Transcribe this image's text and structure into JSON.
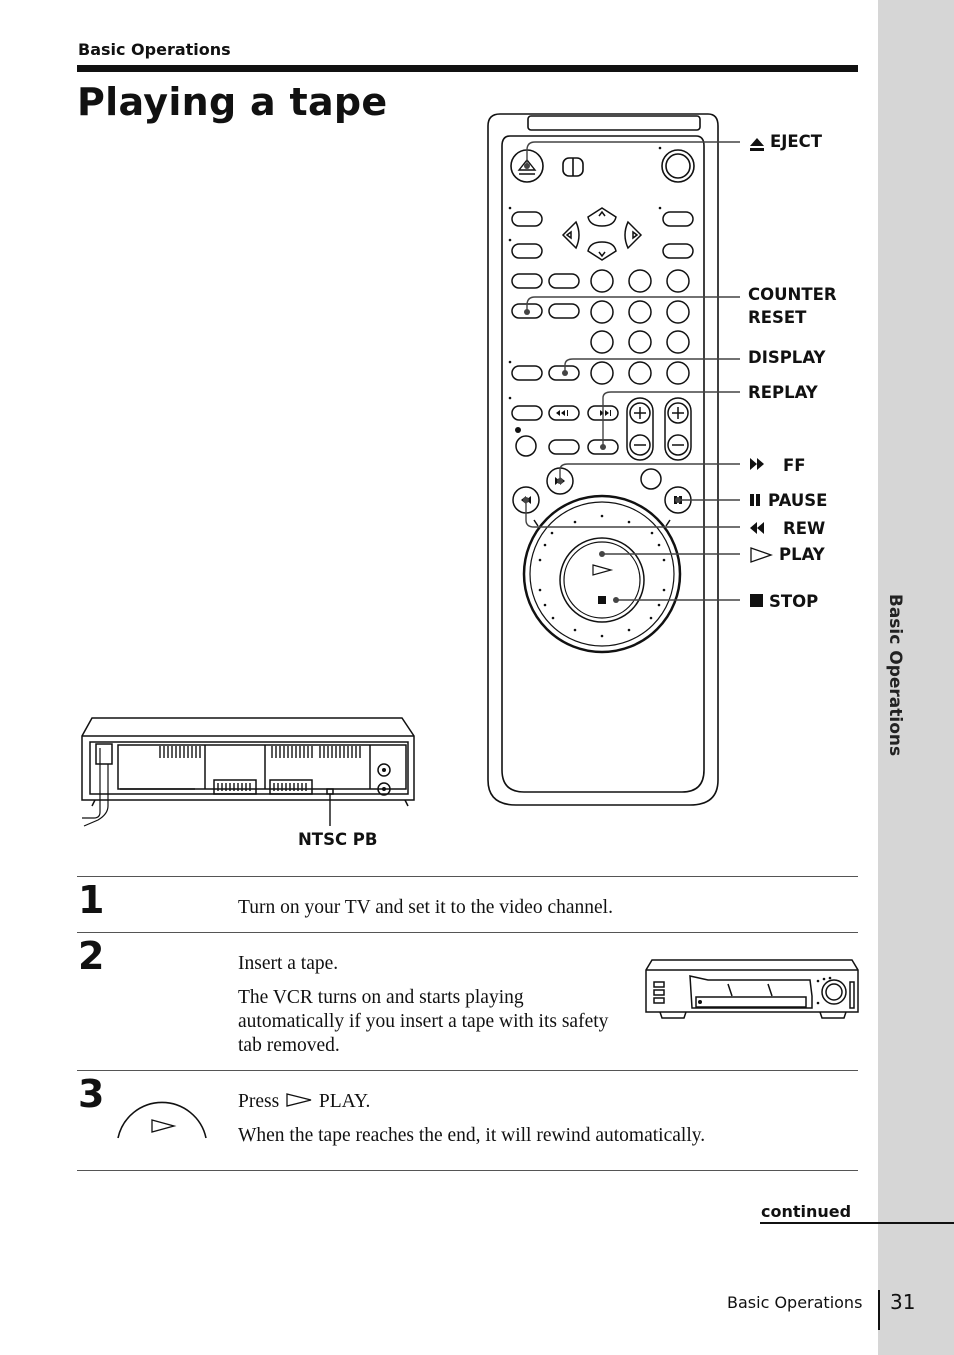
{
  "header": {
    "section": "Basic Operations"
  },
  "page_title": "Playing a tape",
  "side_tab": "Basic Operations",
  "remote_labels": {
    "eject": "EJECT",
    "counter_reset_1": "COUNTER",
    "counter_reset_2": "RESET",
    "display": "DISPLAY",
    "replay": "REPLAY",
    "ff": "FF",
    "pause": "PAUSE",
    "rew": "REW",
    "play": "PLAY",
    "stop": "STOP"
  },
  "vcr_label": "NTSC PB",
  "steps": [
    {
      "num": "1",
      "text": "Turn on your TV and set it to the video channel."
    },
    {
      "num": "2",
      "text": "Insert a tape.",
      "detail": "The VCR turns on and starts playing automatically if you insert a tape with its safety tab removed."
    },
    {
      "num": "3",
      "prefix": "Press",
      "button": "PLAY.",
      "detail": "When the tape reaches the end, it will rewind automatically."
    }
  ],
  "continued": "continued",
  "footer": {
    "section": "Basic Operations",
    "page": "31"
  }
}
